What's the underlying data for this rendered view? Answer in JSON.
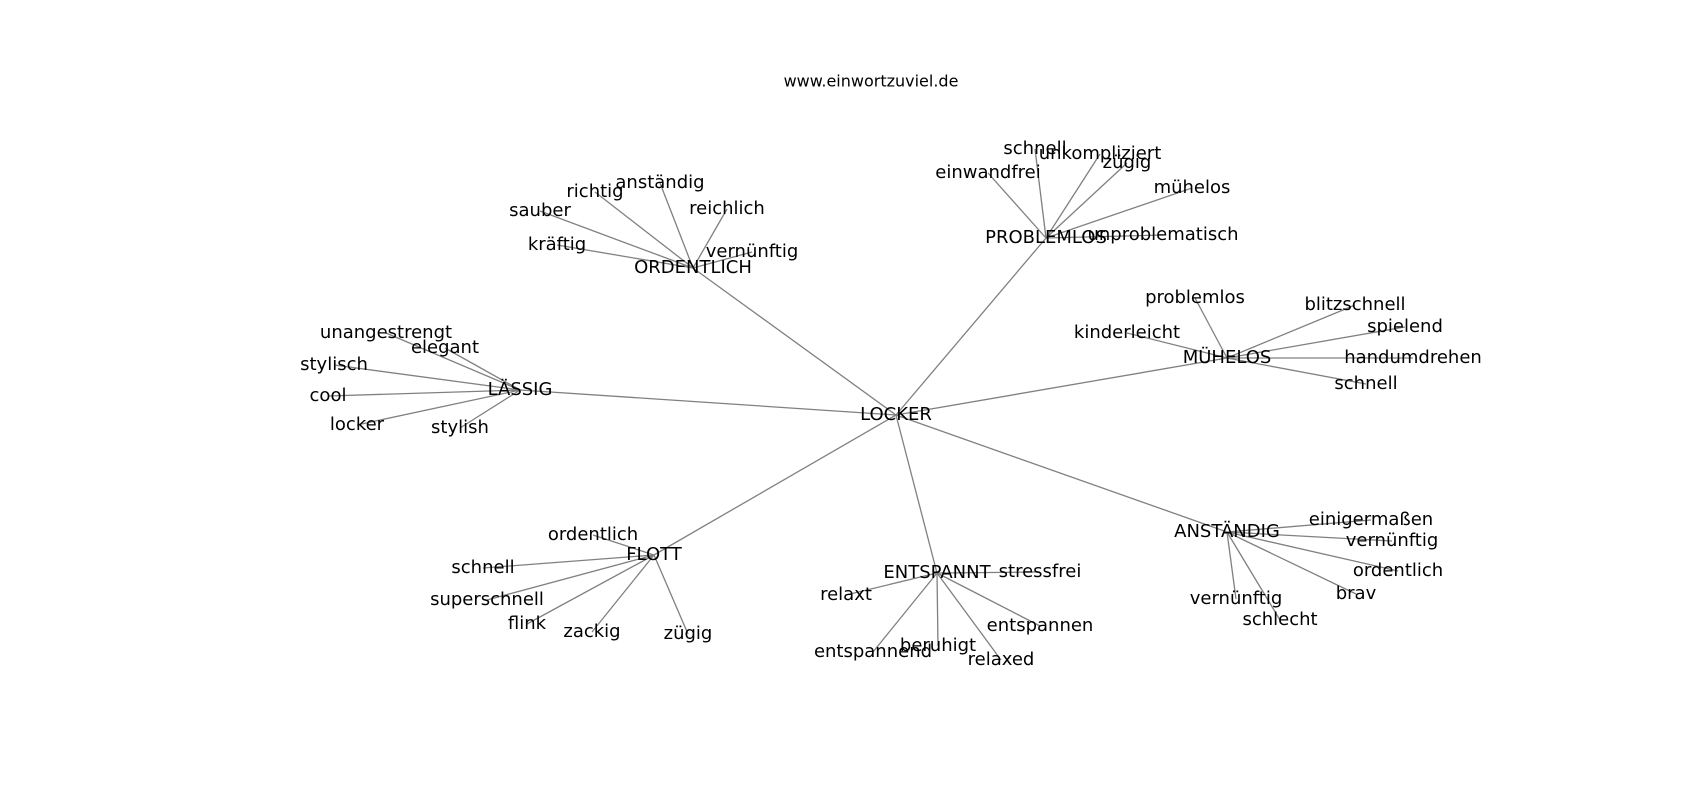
{
  "source": "www.einwortzuviel.de",
  "graph": {
    "root": "LOCKER",
    "groups": [
      {
        "label": "ORDENTLICH",
        "children": [
          "anständig",
          "richtig",
          "sauber",
          "kräftig",
          "reichlich",
          "vernünftig"
        ]
      },
      {
        "label": "PROBLEMLOS",
        "children": [
          "schnell",
          "unkompliziert",
          "zügig",
          "einwandfrei",
          "mühelos",
          "unproblematisch"
        ]
      },
      {
        "label": "LÄSSIG",
        "children": [
          "unangestrengt",
          "elegant",
          "stylisch",
          "cool",
          "locker",
          "stylish"
        ]
      },
      {
        "label": "MÜHELOS",
        "children": [
          "problemlos",
          "blitzschnell",
          "spielend",
          "kinderleicht",
          "handumdrehen",
          "schnell"
        ]
      },
      {
        "label": "FLOTT",
        "children": [
          "ordentlich",
          "schnell",
          "superschnell",
          "flink",
          "zackig",
          "zügig"
        ]
      },
      {
        "label": "ENTSPANNT",
        "children": [
          "stressfrei",
          "relaxt",
          "entspannen",
          "beruhigt",
          "entspannend",
          "relaxed"
        ]
      },
      {
        "label": "ANSTÄNDIG",
        "children": [
          "einigermaßen",
          "vernünftig",
          "ordentlich",
          "brav",
          "vernünftig",
          "schlecht"
        ]
      }
    ]
  }
}
